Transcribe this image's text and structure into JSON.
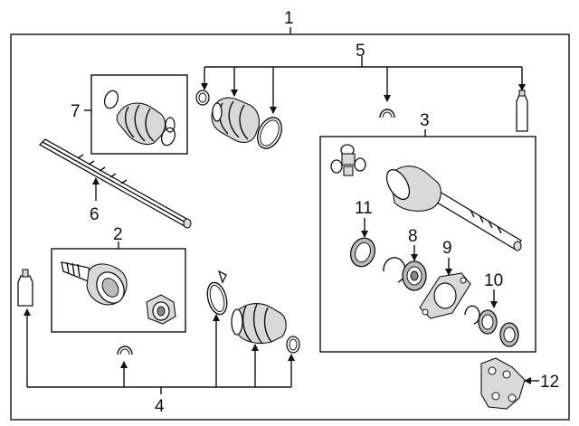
{
  "callouts": {
    "c1": "1",
    "c2": "2",
    "c3": "3",
    "c4": "4",
    "c5": "5",
    "c6": "6",
    "c7": "7",
    "c8": "8",
    "c9": "9",
    "c10": "10",
    "c11": "11",
    "c12": "12"
  },
  "colors": {
    "line": "#111111",
    "shade": "#d9d9d9",
    "dark": "#9a9a9a",
    "background": "#ffffff"
  }
}
